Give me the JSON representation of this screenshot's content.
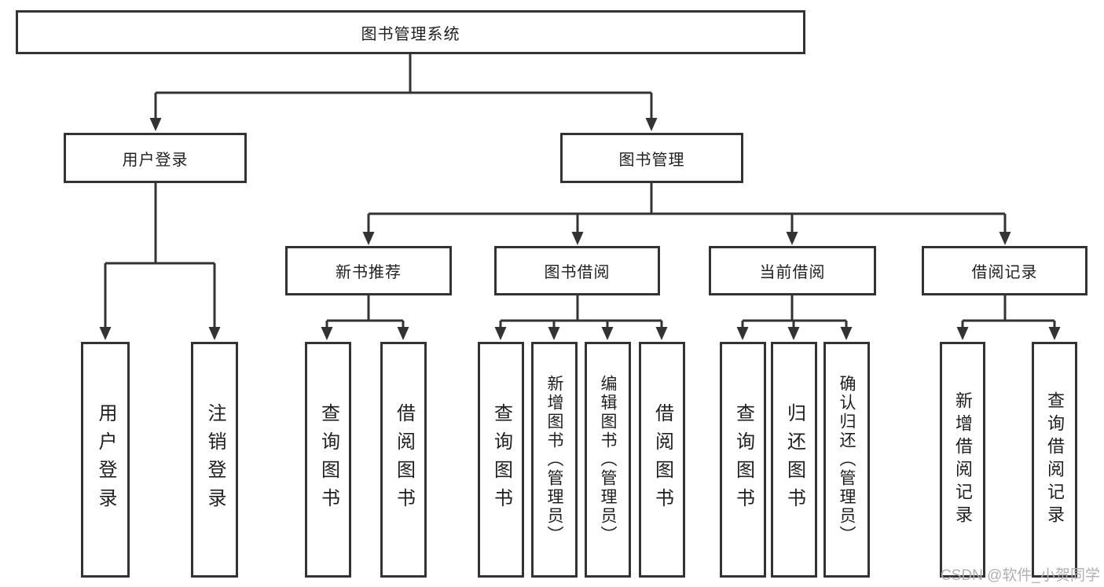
{
  "diagram_title": "图书管理系统",
  "tree": {
    "label": "图书管理系统",
    "children": [
      {
        "label": "用户登录",
        "children": [
          {
            "label": "用户登录"
          },
          {
            "label": "注销登录"
          }
        ]
      },
      {
        "label": "图书管理",
        "children": [
          {
            "label": "新书推荐",
            "children": [
              {
                "label": "查询图书"
              },
              {
                "label": "借阅图书"
              }
            ]
          },
          {
            "label": "图书借阅",
            "children": [
              {
                "label": "查询图书"
              },
              {
                "label": "新增图书（管理员）"
              },
              {
                "label": "编辑图书（管理员）"
              },
              {
                "label": "借阅图书"
              }
            ]
          },
          {
            "label": "当前借阅",
            "children": [
              {
                "label": "查询图书"
              },
              {
                "label": "归还图书"
              },
              {
                "label": "确认归还（管理员）"
              }
            ]
          },
          {
            "label": "借阅记录",
            "children": [
              {
                "label": "新增借阅记录"
              },
              {
                "label": "查询借阅记录"
              }
            ]
          }
        ]
      }
    ]
  },
  "watermark": {
    "text": "CSDN @软件_小贺同学"
  },
  "colors": {
    "line": "#333333",
    "border": "#333333",
    "text": "#1f1f1f",
    "background": "#ffffff",
    "watermark": "#b0b0b0"
  }
}
